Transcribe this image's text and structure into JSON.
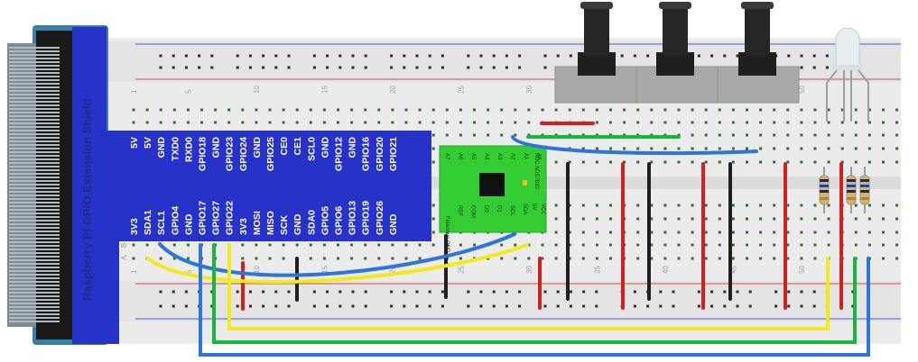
{
  "shield": {
    "title": "Raspberry Pi GPIO Extension Shield",
    "top_pins": [
      "5V",
      "5V",
      "GND",
      "TXD0",
      "RXD0",
      "GPIO18",
      "GND",
      "GPIO23",
      "GPIO24",
      "GND",
      "GPIO25",
      "CE0",
      "CE1",
      "SCL0",
      "GND",
      "GPIO12",
      "GND",
      "GPIO16",
      "GPIO20",
      "GPIO21"
    ],
    "bottom_pins": [
      "3V3",
      "SDA1",
      "SCL1",
      "GPIO4",
      "GND",
      "GPIO17",
      "GPIO27",
      "GPIO22",
      "3V3",
      "MOSI",
      "MISO",
      "SCK",
      "GND",
      "SDA0",
      "GPIO5",
      "GPIO6",
      "GPIO13",
      "GPIO19",
      "GPIO26",
      "GND"
    ]
  },
  "adc_module": {
    "left_pins": [
      "A7",
      "A6",
      "A5",
      "A4",
      "A3",
      "A2",
      "A1",
      "A0"
    ],
    "bottom_left": "Freenove GND",
    "bottom_pins": [
      "REF",
      "COM",
      "D0",
      "D1",
      "SCL"
    ],
    "right_pins": [
      "SDA",
      "5V",
      "VCC"
    ],
    "side_text": "ADC ADS7830"
  },
  "breadboard": {
    "column_numbers": [
      "1",
      "5",
      "10",
      "15",
      "20",
      "25",
      "30",
      "35",
      "40",
      "45",
      "50"
    ],
    "row_letters": [
      "A",
      "B"
    ]
  },
  "colors": {
    "shield_blue": "#2732c8",
    "wire_red": "#d21f1f",
    "wire_black": "#202020",
    "wire_green": "#16b83c",
    "wire_blue": "#2f74d9",
    "wire_yellow": "#f2ea1d",
    "module_green": "#33cc33"
  }
}
